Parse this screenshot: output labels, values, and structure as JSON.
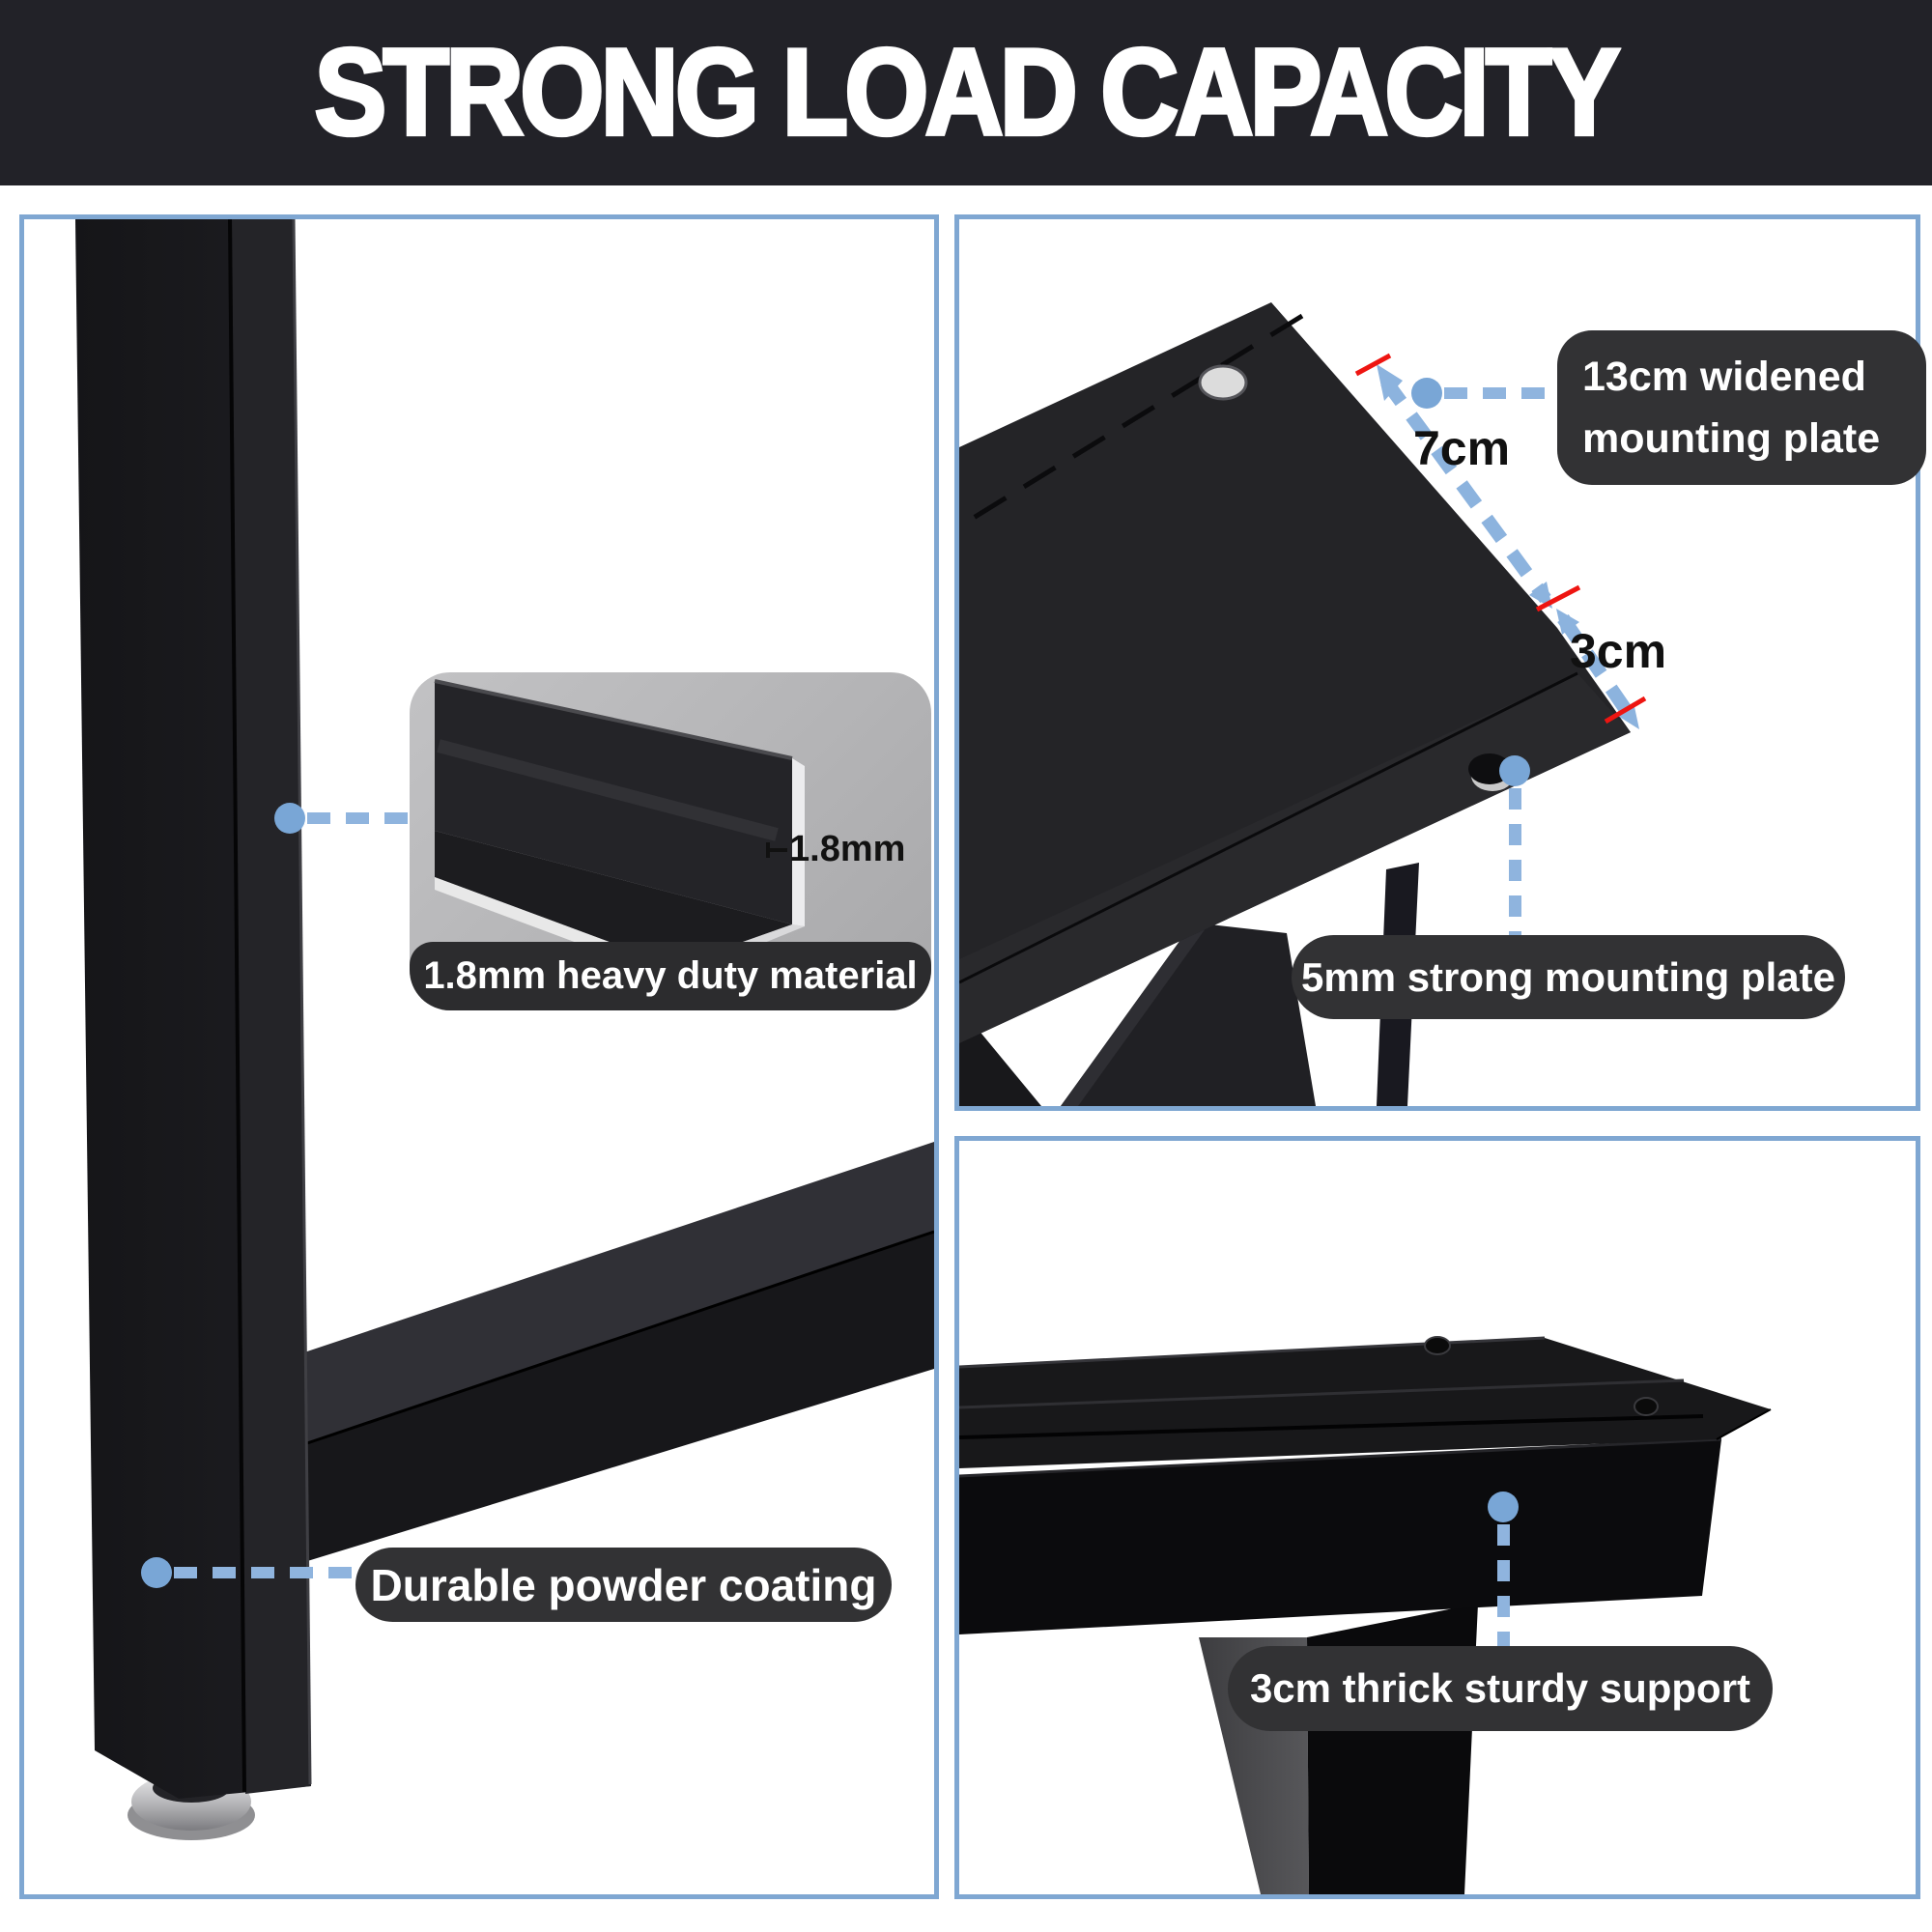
{
  "banner": {
    "title": "STRONG LOAD CAPACITY"
  },
  "colors": {
    "banner_bg": "#222228",
    "panel_border": "#7fa7d2",
    "accent_blue": "#79a6d6",
    "dash_blue": "#8fb4de",
    "pill_bg": "#323234",
    "tick_red": "#ee1511",
    "inset_bg": "#b4b4b6"
  },
  "leg_panel": {
    "thickness_dim": "1.8mm",
    "inset_caption": "1.8mm heavy duty material",
    "coating_label": "Durable powder coating"
  },
  "plate_panel": {
    "widened_label_line1": "13cm widened",
    "widened_label_line2": "mounting plate",
    "depth_dim": "7cm",
    "edge_dim": "3cm",
    "strength_label": "5mm strong mounting plate"
  },
  "support_panel": {
    "support_label": "3cm thrick sturdy support"
  }
}
